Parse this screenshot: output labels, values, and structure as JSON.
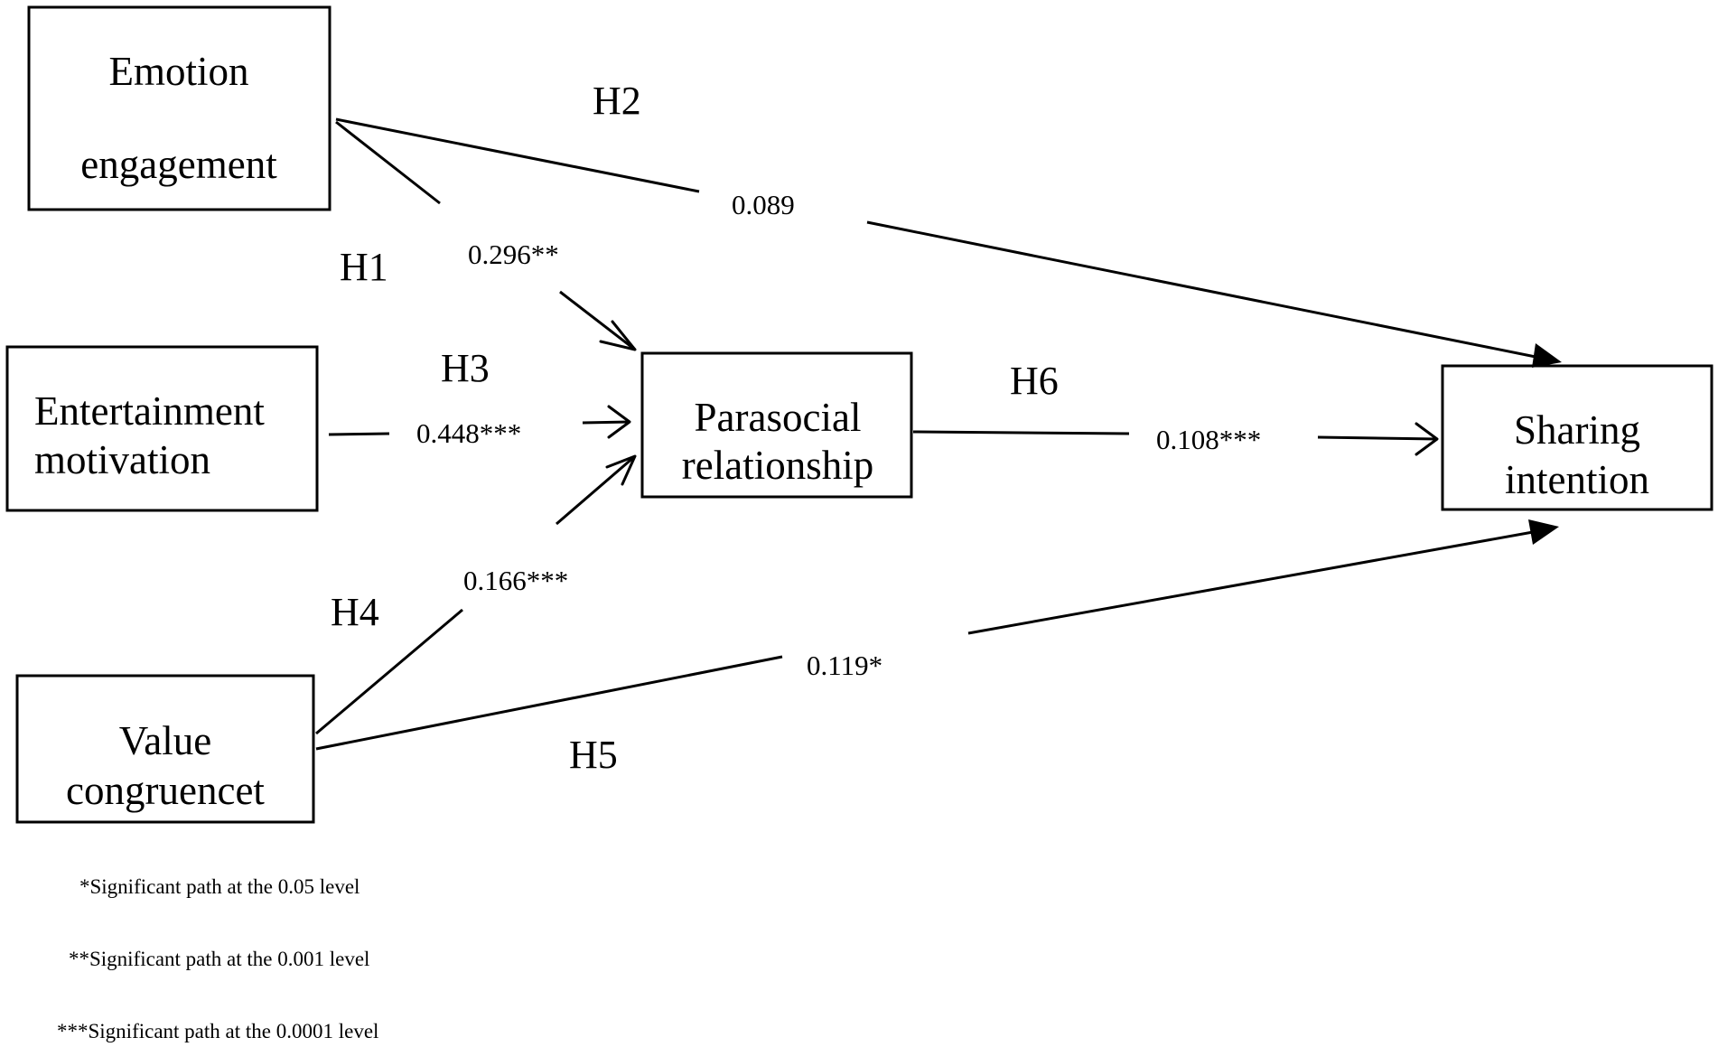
{
  "constructs": {
    "emotion_engagement": {
      "line1": "Emotion",
      "line2": "engagement"
    },
    "entertainment_motivation": {
      "line1": "Entertainment",
      "line2": "motivation"
    },
    "parasocial_relationship": {
      "line1": "Parasocial",
      "line2": "relationship"
    },
    "sharing_intention": {
      "line1": "Sharing",
      "line2": "intention"
    },
    "value_congruence": {
      "line1": "Value",
      "line2": "congruencet"
    }
  },
  "paths": {
    "h1": {
      "hypothesis": "H1",
      "coefficient": "0.296**",
      "from": "Emotion engagement",
      "to": "Parasocial relationship"
    },
    "h2": {
      "hypothesis": "H2",
      "coefficient": "0.089",
      "from": "Emotion engagement",
      "to": "Sharing intention"
    },
    "h3": {
      "hypothesis": "H3",
      "coefficient": "0.448***",
      "from": "Entertainment motivation",
      "to": "Parasocial relationship"
    },
    "h4": {
      "hypothesis": "H4",
      "coefficient": "0.166***",
      "from": "Value congruencet",
      "to": "Parasocial relationship"
    },
    "h5": {
      "hypothesis": "H5",
      "coefficient": "0.119*",
      "from": "Value congruencet",
      "to": "Sharing intention"
    },
    "h6": {
      "hypothesis": "H6",
      "coefficient": "0.108***",
      "from": "Parasocial relationship",
      "to": "Sharing intention"
    }
  },
  "notes": {
    "one_star": "*Significant path at the 0.05 level",
    "two_star": "**Significant path at the 0.001 level",
    "three_star": "***Significant path at the 0.0001 level"
  }
}
